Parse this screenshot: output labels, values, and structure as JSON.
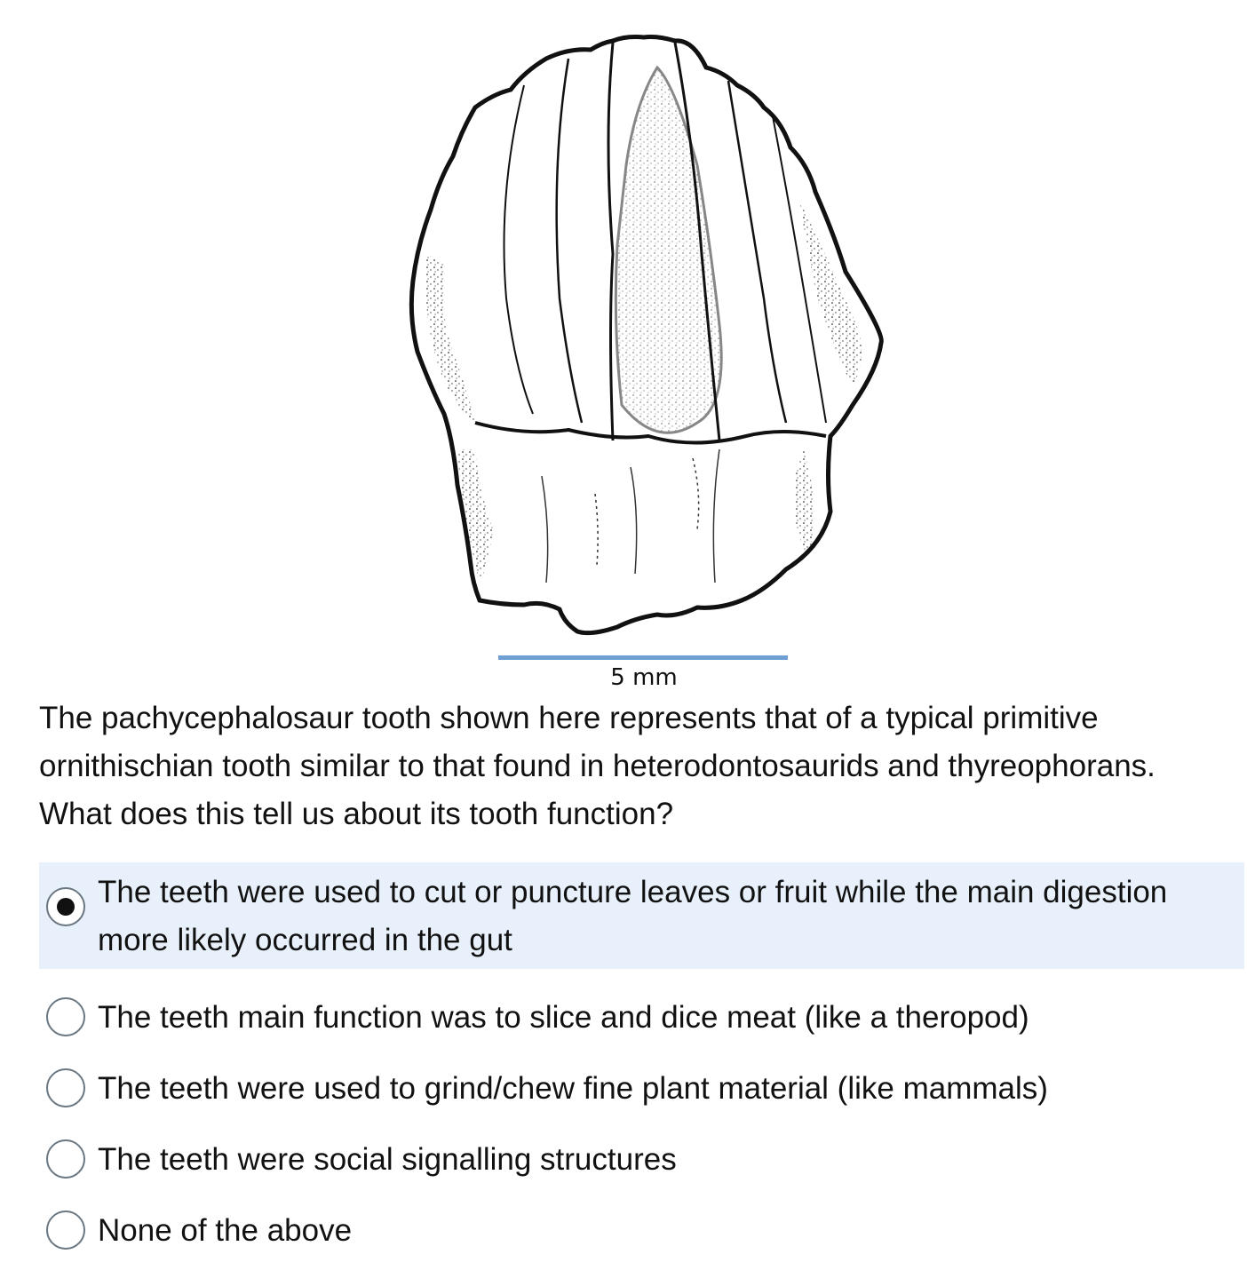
{
  "figure": {
    "image_icon": "pachycephalosaur-tooth-illustration",
    "scale_label": "5 mm",
    "scale_color": "#6f9fd3"
  },
  "question": {
    "text": "The pachycephalosaur tooth shown here represents that of a typical primitive ornithischian tooth similar to that found in heterodontosaurids and thyreophorans. What does this tell us about its tooth function?"
  },
  "answers": [
    {
      "label": "The teeth were used to cut or puncture leaves or fruit while the main digestion more likely occurred in the gut",
      "selected": true
    },
    {
      "label": "The teeth main function was to slice and dice meat (like a theropod)",
      "selected": false
    },
    {
      "label": "The teeth were used to grind/chew fine plant material (like mammals)",
      "selected": false
    },
    {
      "label": "The teeth were social signalling structures",
      "selected": false
    },
    {
      "label": "None of the above",
      "selected": false
    }
  ],
  "colors": {
    "selected_background": "#e8f1fb",
    "text": "#111111"
  }
}
